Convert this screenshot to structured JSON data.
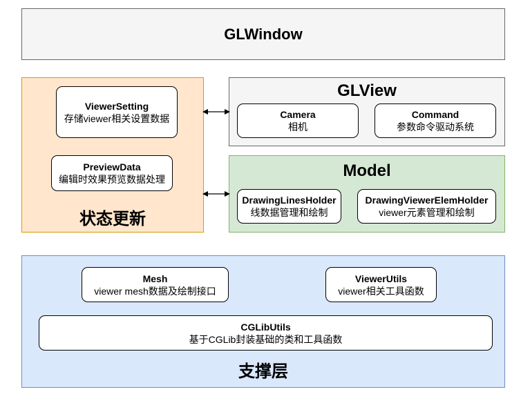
{
  "glwindow": {
    "title": "GLWindow"
  },
  "state": {
    "title": "状态更新",
    "viewer_setting": {
      "title": "ViewerSetting",
      "desc": "存储viewer相关设置数据"
    },
    "preview_data": {
      "title": "PreviewData",
      "desc": "编辑时效果预览数据处理"
    }
  },
  "glview": {
    "title": "GLView",
    "camera": {
      "title": "Camera",
      "desc": "相机"
    },
    "command": {
      "title": "Command",
      "desc": "参数命令驱动系统"
    }
  },
  "model": {
    "title": "Model",
    "lines_holder": {
      "title": "DrawingLinesHolder",
      "desc": "线数据管理和绘制"
    },
    "elem_holder": {
      "title": "DrawingViewerElemHolder",
      "desc": "viewer元素管理和绘制"
    }
  },
  "support": {
    "title": "支撑层",
    "mesh": {
      "title": "Mesh",
      "desc": "viewer mesh数据及绘制接口"
    },
    "viewer_utils": {
      "title": "ViewerUtils",
      "desc": "viewer相关工具函数"
    },
    "cglib_utils": {
      "title": "CGLibUtils",
      "desc": "基于CGLib封装基础的类和工具函数"
    }
  },
  "colors": {
    "gray_fill": "#f5f5f5",
    "orange_fill": "#ffe6cc",
    "orange_border": "#d79b00",
    "green_fill": "#d5e8d4",
    "green_border": "#82b366",
    "blue_fill": "#dae8fc",
    "blue_border": "#6c8ebf"
  }
}
